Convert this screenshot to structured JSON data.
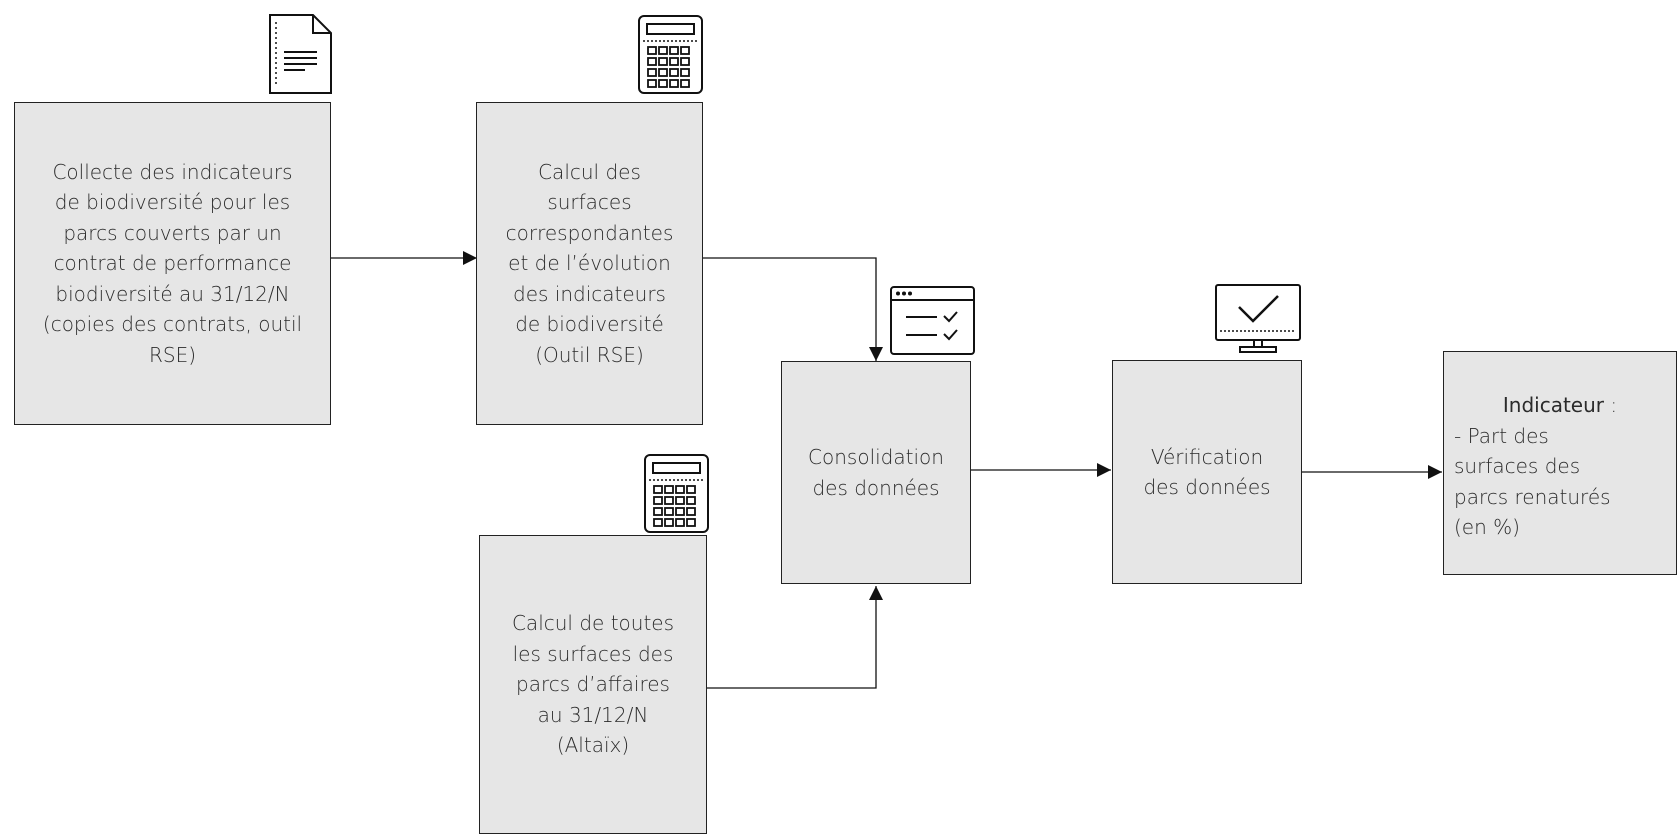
{
  "boxes": {
    "collecte": [
      "Collecte des indicateurs",
      "de biodiversité pour les",
      "parcs couverts par un",
      "contrat de performance",
      "biodiversité au 31/12/N",
      "(copies des contrats, outil",
      "RSE)"
    ],
    "calcul_surfaces": [
      "Calcul des",
      "surfaces",
      "correspondantes",
      "et de l’évolution",
      "des indicateurs",
      "de biodiversité",
      "(Outil RSE)"
    ],
    "calcul_toutes": [
      "Calcul de toutes",
      "les surfaces des",
      "parcs d’affaires",
      "au 31/12/N",
      "(Altaïx)"
    ],
    "consolidation": [
      "Consolidation",
      "des données"
    ],
    "verification": [
      "Vérification",
      "des données"
    ],
    "indicateur": {
      "title": "Indicateur",
      "title_suffix": " :",
      "lines": [
        "- Part des",
        "surfaces des",
        "parcs renaturés",
        "(en %)"
      ]
    }
  },
  "icons": [
    "document-icon",
    "calculator-icon",
    "checklist-window-icon",
    "calculator-icon",
    "monitor-check-icon"
  ],
  "colors": {
    "box_fill": "#e6e6e6",
    "stroke": "#222222"
  }
}
